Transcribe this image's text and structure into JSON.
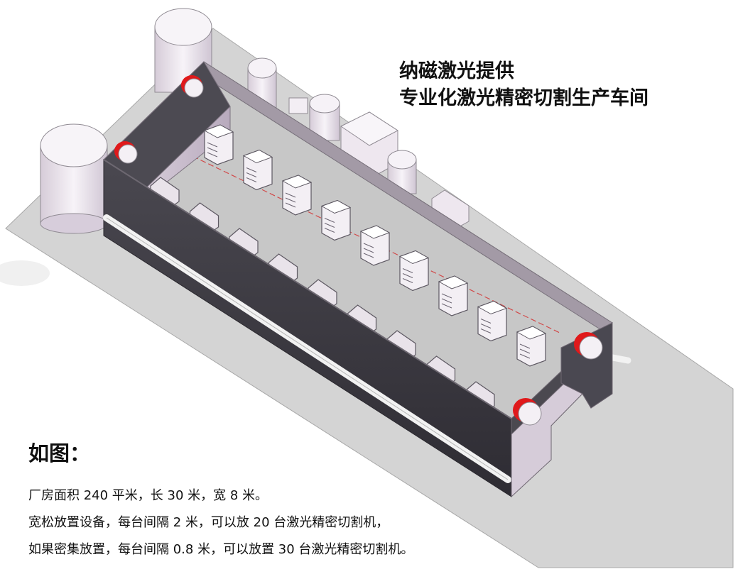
{
  "header": {
    "line1": "纳磁激光提供",
    "line2": "专业化激光精密切割生产车间"
  },
  "caption": {
    "title": "如图：",
    "lines": [
      "厂房面积 240 平米，长 30 米，宽 8 米。",
      "宽松放置设备，每台间隔 2 米，可以放 20 台激光精密切割机，",
      "如果密集放置，每台间隔 0.8 米，可以放置 30 台激光精密切割机。"
    ]
  },
  "colors": {
    "base_plate": "#d6d6d6",
    "wall_dark": "#3f3d44",
    "wall_light": "#d8ccdc",
    "floor": "#c9c9c9",
    "accent_red": "#e0191b",
    "tank": "#ece6ee"
  },
  "machines": {
    "back_row_count": 9,
    "front_row_count": 9
  }
}
